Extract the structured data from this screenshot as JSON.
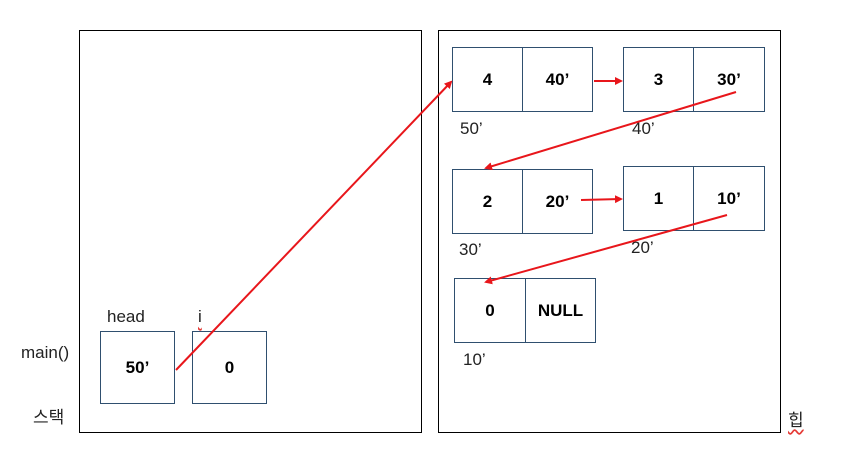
{
  "stack": {
    "frame_label": "main()",
    "region_label": "스택",
    "vars": [
      {
        "name": "head",
        "value": "50’"
      },
      {
        "name": "i",
        "value": "0"
      }
    ]
  },
  "heap": {
    "region_label": "힙",
    "nodes": [
      {
        "data": "4",
        "next": "40’",
        "addr": "50’"
      },
      {
        "data": "3",
        "next": "30’",
        "addr": "40’"
      },
      {
        "data": "2",
        "next": "20’",
        "addr": "30’"
      },
      {
        "data": "1",
        "next": "10’",
        "addr": "20’"
      },
      {
        "data": "0",
        "next": "NULL",
        "addr": "10’"
      }
    ]
  },
  "colors": {
    "arrow": "#e8161b",
    "border": "#2f4f6f",
    "frame": "#000000"
  }
}
